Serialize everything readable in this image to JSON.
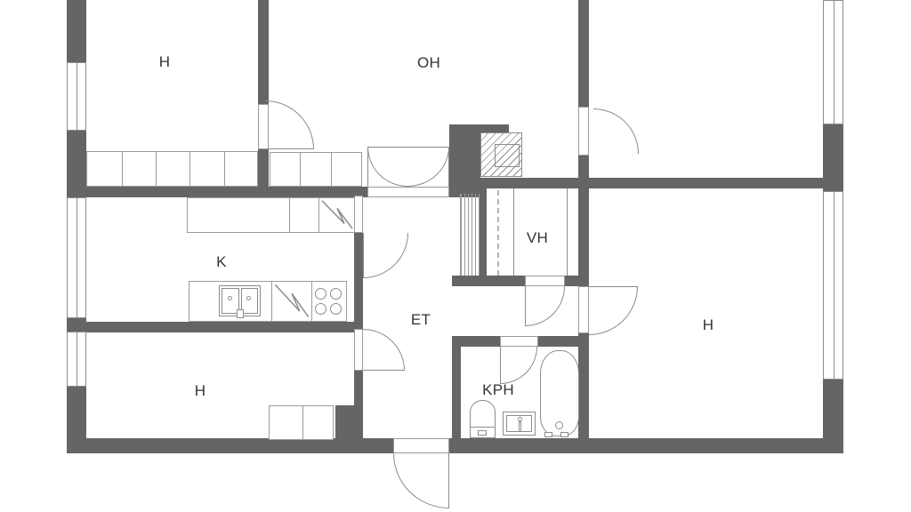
{
  "plan_title": "",
  "rooms": {
    "bedroom_top_left": {
      "label": "H"
    },
    "living_room": {
      "label": "OH"
    },
    "walk_in_closet": {
      "label": "VH"
    },
    "kitchen": {
      "label": "K"
    },
    "entry_hall": {
      "label": "ET"
    },
    "bedroom_bottom_left": {
      "label": "H"
    },
    "bathroom": {
      "label": "KPH"
    },
    "bedroom_right": {
      "label": "H"
    }
  },
  "colors": {
    "wall": "#656565",
    "line": "#8c8c8c",
    "line2": "#9b9b9b",
    "text": "#333333",
    "bg": "#ffffff"
  },
  "icons": {
    "window": "double-line-rect",
    "door": "quarter-arc",
    "double-door": "twin-quarter-arcs",
    "chimney-flue": "diagonal-hatch-block",
    "shelf-shaft": "vertical-stripes",
    "clothes-rail": "dashed-line",
    "wardrobe": "cell-row",
    "refrigerator": "zigzag",
    "dishwasher": "zigzag",
    "stove": "four-burner-circles",
    "kitchen-sink": "twin-basins",
    "toilet": "bowl-and-tank",
    "washbasin": "nested-rect-faucet",
    "bathtub": "rounded-tub"
  }
}
